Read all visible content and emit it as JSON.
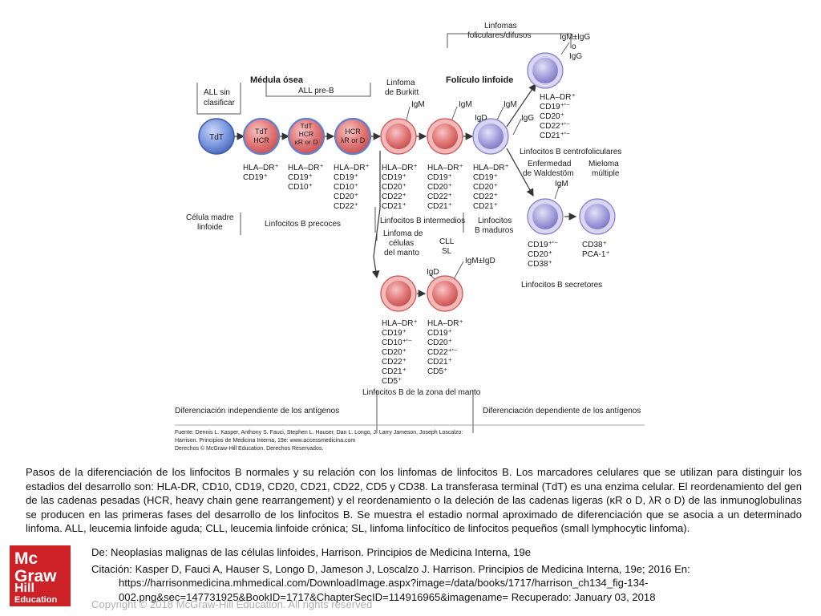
{
  "colors": {
    "stem_cell": "#5f7fd0",
    "pre_b": "#dd6f6f",
    "b_cell": "#e06a6a",
    "follicular": "#9d96d8",
    "line": "#555555",
    "logo_red": "#cc2127"
  },
  "diagram": {
    "headings": {
      "bone_marrow": "Médula ósea",
      "follicle": "Folículo linfoide",
      "all_unclassified_1": "ALL sin",
      "all_unclassified_2": "clasificar",
      "all_pre_b": "ALL pre-B",
      "burkitt_1": "Linfoma",
      "burkitt_2": "de Burkitt",
      "follicular_1": "Linfomas",
      "follicular_2": "foliculares/difusos"
    },
    "cells": {
      "stem": "TdT",
      "pro_b": [
        "TdT",
        "HCR"
      ],
      "pre_b1": [
        "TdT",
        "HCR",
        "κR or D"
      ],
      "pre_b2": [
        "HCR",
        "λR or D"
      ]
    },
    "ig_labels": {
      "igm_1": "IgM",
      "igm_2": "IgM",
      "igm_3": "IgM",
      "igd_1": "IgD",
      "igg": "IgG",
      "igm_igg_1": "IgM±IgG",
      "igm_igg_2": "o",
      "igm_igg_3": "IgG",
      "igm_4": "IgM",
      "igd_2": "IgD",
      "igm_igd": "IgM±IgD"
    },
    "markers": {
      "m1": [
        "HLA–DR⁺",
        "CD19⁺"
      ],
      "m2": [
        "HLA–DR⁺",
        "CD19⁺",
        "CD10⁺"
      ],
      "m3": [
        "HLA–DR⁺",
        "CD19⁺",
        "CD10⁺",
        "CD20⁺",
        "CD22⁺"
      ],
      "m4": [
        "HLA–DR⁺",
        "CD19⁺",
        "CD20⁺",
        "CD22⁺",
        "CD21⁺"
      ],
      "m5": [
        "HLA–DR⁺",
        "CD19⁺",
        "CD20⁺",
        "CD22⁺",
        "CD21⁺"
      ],
      "m6": [
        "HLA–DR⁺",
        "CD19⁺",
        "CD20⁺",
        "CD22⁺",
        "CD21⁺"
      ],
      "m7": [
        "HLA–DR⁺",
        "CD19⁺ʹ⁻",
        "CD20⁺",
        "CD22⁺ʹ⁻",
        "CD21⁺ʹ⁻"
      ],
      "m8": [
        "CD19⁺ʹ⁻",
        "CD20⁺",
        "CD38⁺"
      ],
      "m9": [
        "CD38⁺",
        "PCA-1⁺"
      ],
      "m10": [
        "HLA–DR⁺",
        "CD19⁺",
        "CD10⁺ʹ⁻",
        "CD20⁺",
        "CD22⁺",
        "CD21⁺",
        "CD5⁺"
      ],
      "m11": [
        "HLA–DR⁺",
        "CD19⁺",
        "CD20⁺",
        "CD22⁺ʹ⁻",
        "CD21⁺",
        "CD5⁺"
      ]
    },
    "stage_labels": {
      "stem_1": "Célula madre",
      "stem_2": "linfoide",
      "early_b": "Linfocitos B precoces",
      "intermediate": "Linfocitos B intermedios",
      "mature_1": "Linfocitos",
      "mature_2": "B maduros",
      "centrofollicular": "Linfocitos B centrofoliculares",
      "waldenstrom_1": "Enfermedad",
      "waldenstrom_2": "de Waldestöm",
      "myeloma_1": "Mieloma",
      "myeloma_2": "múltiple",
      "secretory": "Linfocitos B secretores",
      "mantle_lym_1": "Linfoma de",
      "mantle_lym_2": "células",
      "mantle_lym_3": "del manto",
      "cll_1": "CLL",
      "cll_2": "SL",
      "mantle_zone": "Linfocitos B de la zona del manto",
      "indep": "Diferenciación independiente de los antígenos",
      "dep": "Diferenciación dependiente de los antígenos"
    },
    "source": {
      "line1": "Fuente: Dennis L. Kasper, Anthony S. Fauci, Stephen L. Hauser, Dan L. Longo, J. Larry Jameson, Joseph Loscalzo:",
      "line2": "Harrison. Principios de Medicina Interna, 19e: www.accessmedicina.com",
      "line3": "Derechos © McGraw-Hill Education. Derechos Reservados."
    }
  },
  "caption": "Pasos de la diferenciación de los linfocitos B normales y su relación con los linfomas de linfocitos B. Los marcadores celulares que se utilizan para distinguir los estadios del desarrollo son: HLA-DR, CD10, CD19, CD20, CD21, CD22, CD5 y CD38. La transferasa terminal (TdT) es una enzima celular. El reordenamiento del gen de las cadenas pesadas (HCR, heavy chain gene rearrangement) y el reordenamiento o la deleción de las cadenas ligeras (κR o D, λR o D) de las inmunoglobulinas se producen en las primeras fases del desarrollo de los linfocitos B. Se muestra el estadio normal aproximado de diferenciación que se asocia a un determinado linfoma. ALL, leucemia linfoide aguda; CLL, leucemia linfoide crónica; SL, linfoma linfocítico de linfocitos pequeños (small lymphocytic linfoma).",
  "logo": {
    "line1": "Mc",
    "line2": "Graw",
    "line3": "Hill",
    "line4": "Education"
  },
  "citation": {
    "source_line": "De: Neoplasias malignas de las células linfoides, Harrison. Principios de Medicina Interna, 19e",
    "citation_line": "Citación: Kasper D, Fauci A, Hauser S, Longo D, Jameson J, Loscalzo J. Harrison. Principios de Medicina Interna, 19e; 2016 En:",
    "url_line1": "https://harrisonmedicina.mhmedical.com/DownloadImage.aspx?image=/data/books/1717/harrison_ch134_fig-134-",
    "url_line2": "002.png&sec=147731925&BookID=1717&ChapterSecID=114916965&imagename= Recuperado: January 03, 2018"
  },
  "copyright": "Copyright © 2018 McGraw-Hill Education. All rights reserved"
}
